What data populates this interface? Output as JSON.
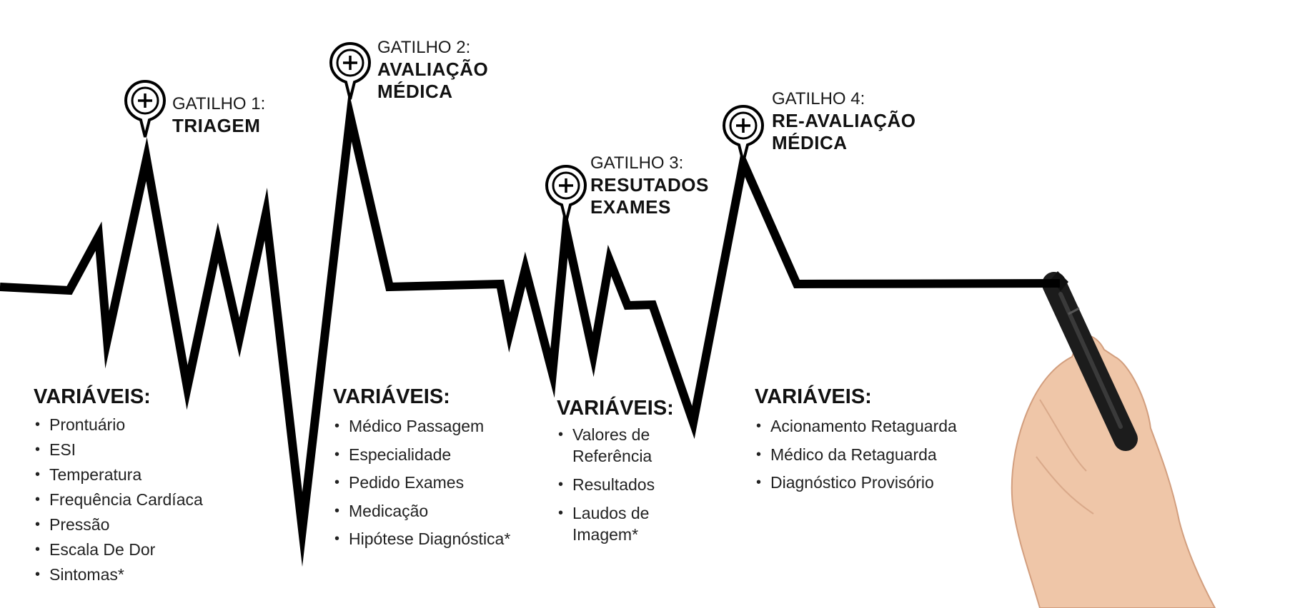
{
  "colors": {
    "line": "#000000",
    "text": "#111111",
    "skin": "#efc6a8",
    "marker": "#1c1c1c"
  },
  "icons": {
    "trigger_marker": "map-pin-plus-icon",
    "hand": "hand-holding-marker-icon"
  },
  "triggers": [
    {
      "label": "GATILHO 1:",
      "title": "TRIAGEM"
    },
    {
      "label": "GATILHO 2:",
      "title": "AVALIAÇÃO\nMÉDICA"
    },
    {
      "label": "GATILHO 3:",
      "title": "RESUTADOS\nEXAMES"
    },
    {
      "label": "GATILHO 4:",
      "title": "RE-AVALIAÇÃO\nMÉDICA"
    }
  ],
  "variables": [
    {
      "heading": "VARIÁVEIS:",
      "items": [
        "Prontuário",
        "ESI",
        "Temperatura",
        "Frequência Cardíaca",
        "Pressão",
        "Escala De Dor",
        "Sintomas*"
      ]
    },
    {
      "heading": "VARIÁVEIS:",
      "items": [
        "Médico Passagem",
        "Especialidade",
        "Pedido Exames",
        "Medicação",
        "Hipótese Diagnóstica*"
      ]
    },
    {
      "heading": "VARIÁVEIS:",
      "items": [
        "Valores de\nReferência",
        "Resultados",
        "Laudos de\nImagem*"
      ]
    },
    {
      "heading": "VARIÁVEIS:",
      "items": [
        "Acionamento Retaguarda",
        "Médico da Retaguarda",
        "Diagnóstico Provisório"
      ]
    }
  ]
}
